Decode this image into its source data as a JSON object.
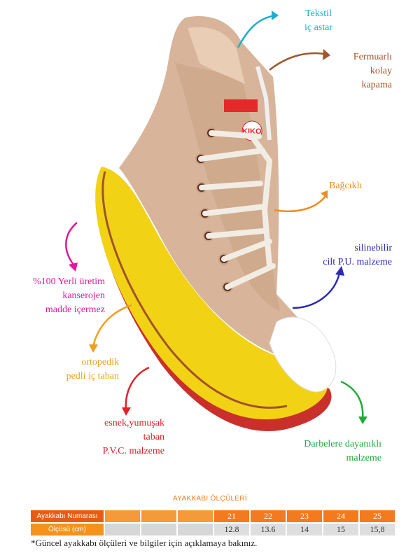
{
  "annotations": {
    "tekstil": {
      "lines": [
        "Tekstil",
        "iç astar"
      ],
      "color": "#1aaed0"
    },
    "fermuar": {
      "lines": [
        "Fermuarlı",
        "kolay",
        "kapama"
      ],
      "color": "#a0562a"
    },
    "bagcikli": {
      "lines": [
        "Bağcıklı"
      ],
      "color": "#f08c1a"
    },
    "silinebilir": {
      "lines": [
        "silinebilir",
        "cilt P.U. malzeme"
      ],
      "color": "#2a2ab8"
    },
    "yerli": {
      "lines": [
        "%100 Yerli üretim",
        "kanserojen",
        "madde içermez"
      ],
      "color": "#e0199a"
    },
    "ortopedik": {
      "lines": [
        "ortopedik",
        "pedli iç taban"
      ],
      "color": "#f0a020"
    },
    "esnek": {
      "lines": [
        "esnek,yumuşak",
        "taban",
        "P.V.C. malzeme"
      ],
      "color": "#e2202a"
    },
    "darbe": {
      "lines": [
        "Darbelere dayanıklı",
        "malzeme"
      ],
      "color": "#23a83a"
    }
  },
  "brand_tag": "KIKO",
  "size_table": {
    "title": "AYAKKABI ÖLÇÜLERİ",
    "row1_label": "Ayakkabı Numarası",
    "row2_label": "Ölçüsü (cm)",
    "numbers": [
      "",
      "",
      "",
      "21",
      "22",
      "23",
      "24",
      "25"
    ],
    "measures": [
      "",
      "",
      "",
      "12.8",
      "13.6",
      "14",
      "15",
      "15,8"
    ]
  },
  "footnote": "*Güncel ayakkabı ölçüleri ve bilgiler için açıklamaya bakınız."
}
